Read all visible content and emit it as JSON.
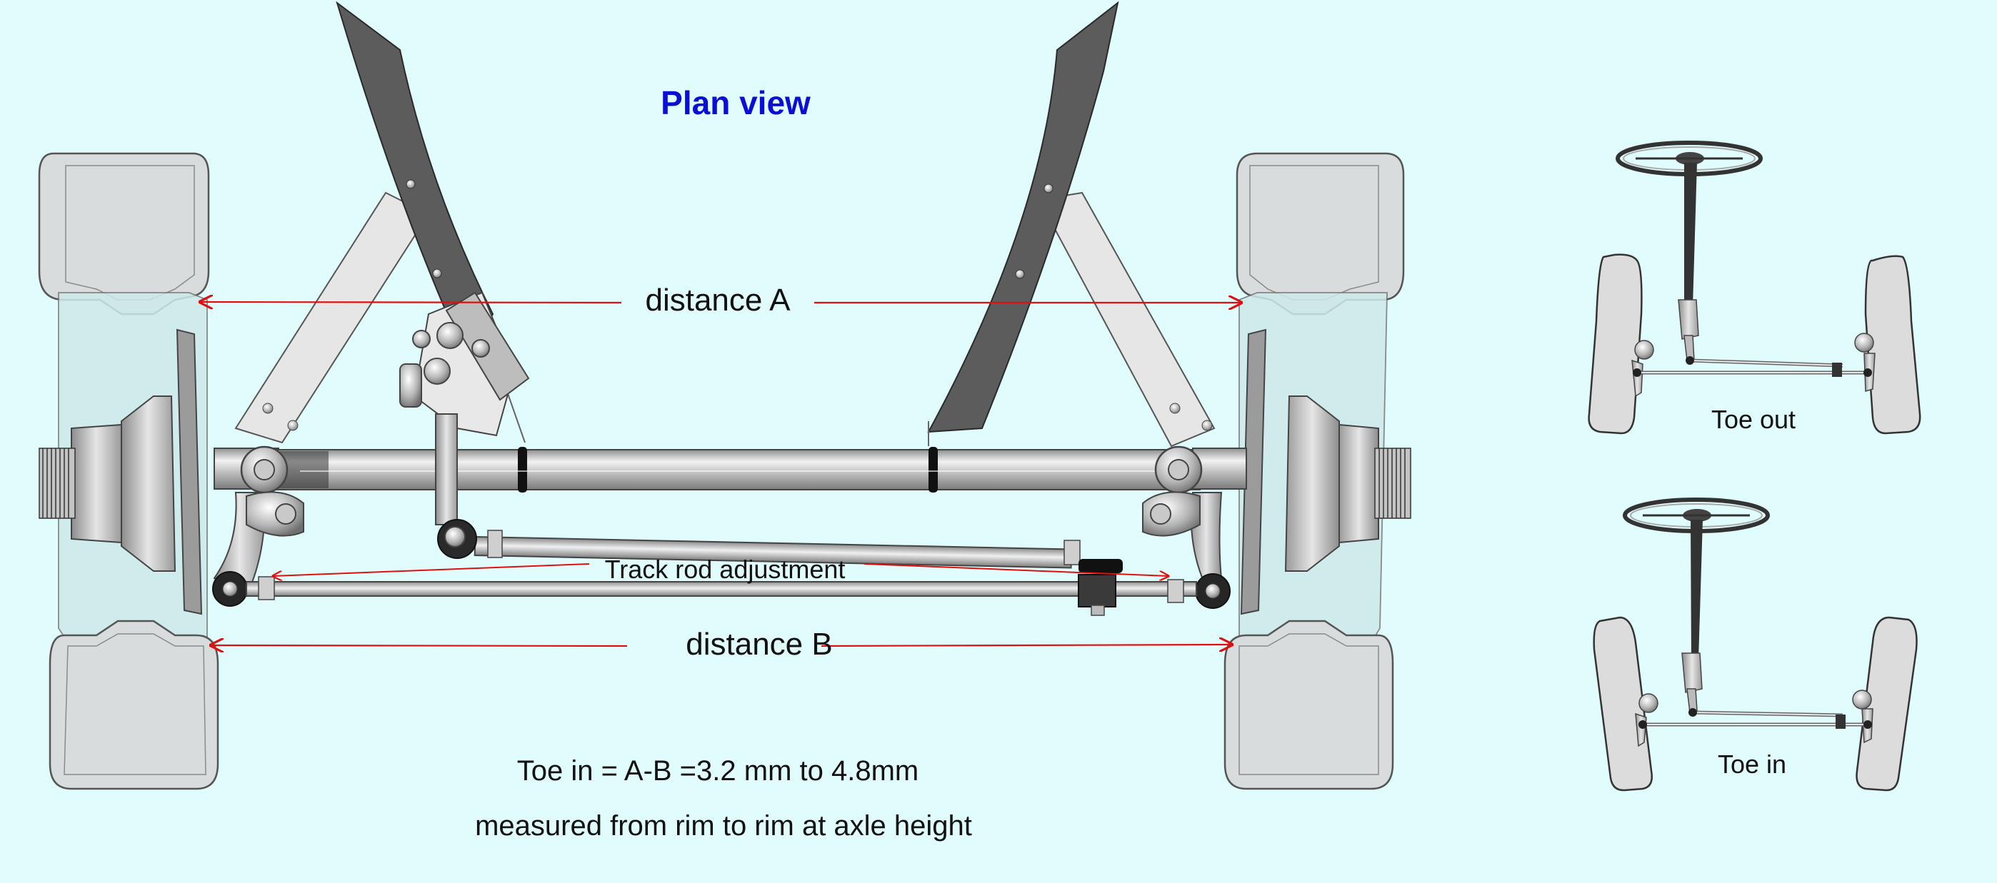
{
  "diagram": {
    "title": "Plan view",
    "labels": {
      "distance_a": "distance A",
      "distance_b": "distance B",
      "track_rod": "Track rod adjustment",
      "formula": "Toe in = A-B =3.2 mm to 4.8mm",
      "note": "measured from rim to rim at axle height"
    },
    "insets": {
      "toe_out": "Toe out",
      "toe_in": "Toe in"
    }
  },
  "colors": {
    "background": "#e1fcfd",
    "title": "#0b0fd6",
    "arrow": "#e01010",
    "tyre": "#d9dcdc",
    "spring": "#5c5c5c",
    "metal": "#b8b8b8"
  }
}
